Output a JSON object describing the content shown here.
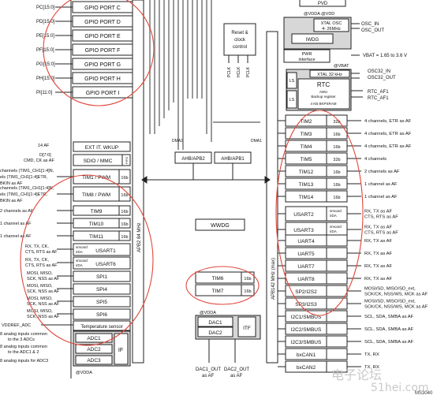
{
  "left_pins": {
    "gpio": [
      "PC[15:0]",
      "PD[15:0]",
      "PE[15:0]",
      "PF[15:0]",
      "PG[15:0]",
      "PH[15:0]",
      "PI[11:0]"
    ],
    "ext": [
      "14 AF",
      "D[7:0]",
      "CMD, CK as AF"
    ],
    "tim1": [
      "channels (TIM1_CH1[1:4]N,",
      "els (TIM1_CH1[1:4]ETR,",
      "BKIN as AF"
    ],
    "tim8": [
      "channels (TIM1_CH1[1:4]N,",
      "els (TIM1_CH1[1:4]ETR,",
      "BKIN as AF"
    ],
    "tim9": "2 channels as AF",
    "tim10": "1 channel as AF",
    "tim11": "1 channel as AF",
    "usart1": [
      "RX, TX, CK,",
      "CTS, RTS as AF"
    ],
    "usart6": [
      "RX, TX, CK,",
      "CTS, RTS as AF"
    ],
    "spi1": [
      "MOSI, MISO,",
      "SCK, NSS as AF"
    ],
    "spi4": [
      "MOSI, MISO,",
      "SCK, NSS as AF"
    ],
    "spi5": [
      "MOSI, MISO,",
      "SCK, NSS as AF"
    ],
    "spi6": [
      "MOSI, MISO,",
      "SCK, NSS as AF"
    ],
    "vddref": "VDDREF_ADC",
    "adc1": "8 analog inputs common",
    "adc1b": "to the 3 ADCs",
    "adc2": "8 analog inputs common",
    "adc2b": "to the ADC1 & 2",
    "adc3": "8 analog inputs for ADC3",
    "vdda": "@VDDA"
  },
  "blocks": {
    "gpio_ports": [
      "GPIO PORT C",
      "GPIO PORT D",
      "GPIO PORT E",
      "GPIO PORT F",
      "GPIO PORT G",
      "GPIO PORT H",
      "GPIO PORT I"
    ],
    "ext_it": "EXT IT. WKUP",
    "sdio": "SDIO / MMC",
    "fifo": "FIFO",
    "tim1": "TIM1 / PWM",
    "tim8": "TIM8 / PWM",
    "tim9": "TIM9",
    "tim10": "TIM10",
    "tim11": "TIM11",
    "usart1": "USART1",
    "usart6": "USART6",
    "smcard": "smcard",
    "irda": "irDA",
    "spi1": "SPI1",
    "spi4": "SPI4",
    "spi5": "SPI5",
    "spi6": "SPI6",
    "temp": "Temperature sensor",
    "adc1": "ADC1",
    "adc2": "ADC2",
    "adc3": "ADC3",
    "if": "IF",
    "b16": "16b",
    "apb2": "APB2 84 MHz",
    "reset": [
      "Reset &",
      "clock",
      "control"
    ],
    "clocks": [
      "PCLK",
      "HCLK",
      "PCLK"
    ],
    "pvd": "PVD",
    "vdda_vdd": "@VDDA  @VDD",
    "xtal": [
      "XTAL OSC",
      "4- 26MHz"
    ],
    "iwdg": "IWDG",
    "pwr": [
      "PWR",
      "interface"
    ],
    "vbat_label": "@VBAT",
    "xtal32": "XTAL 32 kHz",
    "rtc": "RTC",
    "awu": [
      "AWU",
      "Backup register",
      "4 KB BKPSRAM"
    ],
    "ls": "LS",
    "ahb_apb2": "AHB/APB2",
    "ahb_apb1": "AHB/APB1",
    "dma2": "DMA2",
    "dma1": "DMA1",
    "wwdg": "WWDG",
    "tim6": "TIM6",
    "tim7": "TIM7",
    "apb1": "APB142 MHz (max)",
    "dac1": "DAC1",
    "dac2": "DAC2",
    "itf": "ITF",
    "dac_vdda": "@VDDA",
    "dac_out1": [
      "DAC1_OUT",
      "as AF"
    ],
    "dac_out2": [
      "DAC2_OUT",
      "as AF"
    ]
  },
  "right_blocks": [
    {
      "name": "TIM2",
      "width": "32b",
      "label": "4 channels, ETR as AF"
    },
    {
      "name": "TIM3",
      "width": "16b",
      "label": "4 channels, ETR as AF"
    },
    {
      "name": "TIM4",
      "width": "16b",
      "label": "4 channels, ETR as AF"
    },
    {
      "name": "TIM5",
      "width": "32b",
      "label": "4 channels"
    },
    {
      "name": "TIM12",
      "width": "16b",
      "label": "2 channels as AF"
    },
    {
      "name": "TIM13",
      "width": "16b",
      "label": "1 channel as AF"
    },
    {
      "name": "TIM14",
      "width": "16b",
      "label": "1 channel as AF"
    },
    {
      "name": "USART2",
      "width": "smcard irDA",
      "label": "RX, TX as AF\nCTS, RTS as AF"
    },
    {
      "name": "USART3",
      "width": "smcard irDA",
      "label": "RX, TX as AF\nCTS, RTS as AF"
    },
    {
      "name": "UART4",
      "width": "",
      "label": "RX, TX as AF"
    },
    {
      "name": "UART5",
      "width": "",
      "label": "RX, TX as AF"
    },
    {
      "name": "UART7",
      "width": "",
      "label": "RX, TX as AF"
    },
    {
      "name": "UART8",
      "width": "",
      "label": "RX, TX as AF"
    },
    {
      "name": "SP2/I2S2",
      "width": "",
      "label": "MOSI/SD, MISO/SD_ext,\nSCK/CK, NSS/WS, MCK as AF"
    },
    {
      "name": "SP3/I2S3",
      "width": "",
      "label": "MOSI/SD, MISO/SD_ext,\nSCK/CK, NSS/WS, MCK as AF"
    },
    {
      "name": "I2C1/SMBUS",
      "width": "",
      "label": "SCL, SDA, SMBA as AF"
    },
    {
      "name": "I2C2/SMBUS",
      "width": "",
      "label": "SCL, SDA, SMBA as AF"
    },
    {
      "name": "I2C3/SMBUS",
      "width": "",
      "label": "SCL, SDA, SMBA as AF"
    },
    {
      "name": "bxCAN1",
      "width": "",
      "label": "TX, RX"
    },
    {
      "name": "bxCAN2",
      "width": "",
      "label": "TX, RX"
    }
  ],
  "right_top_pins": {
    "osc_in": "OSC_IN",
    "osc_out": "OSC_OUT",
    "vbat": "VBAT = 1.65 to 3.6 V",
    "osc32_in": "OSC32_IN",
    "osc32_out": "OSC32_OUT",
    "rtc_af1": "RTC_AF1",
    "rtc_af1b": "RTC_AF1"
  },
  "watermark": {
    "site": "51hei.com",
    "cn": "电子论坛",
    "ms": "MS3040"
  }
}
